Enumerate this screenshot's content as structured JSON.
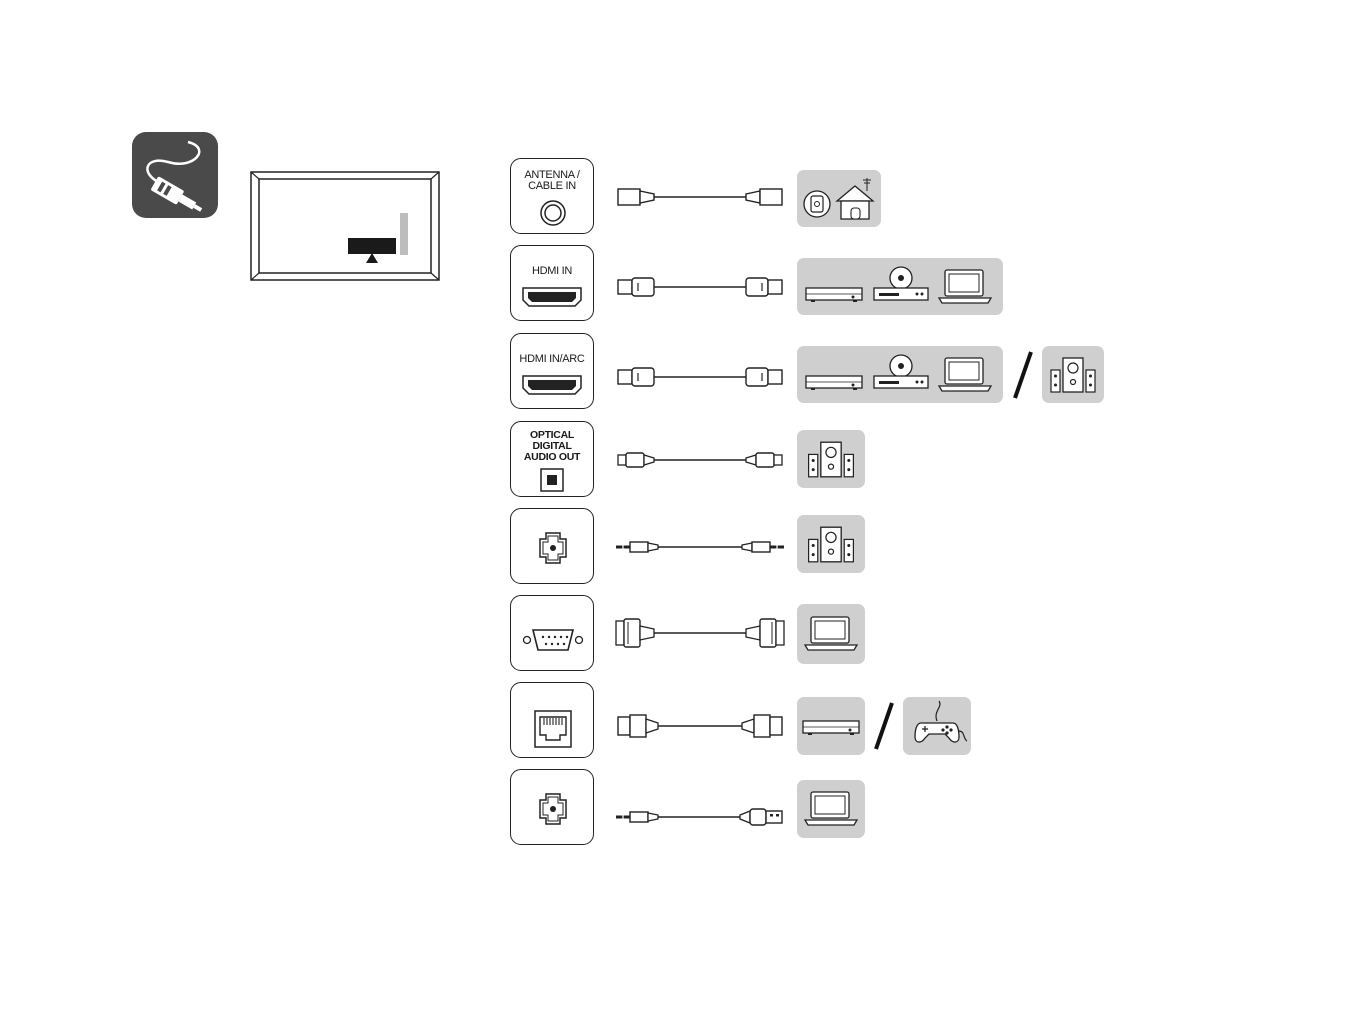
{
  "section_icon": "cable-connection-icon",
  "tv_icon": "tv-back-panel-icon",
  "rows": [
    {
      "port_label": "ANTENNA /\nCABLE IN",
      "port_icon": "coax-port-icon",
      "cable_icon": "coax-cable-icon",
      "devices": [
        "antenna-house-icon"
      ]
    },
    {
      "port_label": "HDMI IN",
      "port_icon": "hdmi-port-icon",
      "cable_icon": "hdmi-cable-icon",
      "devices": [
        "settop-box-icon",
        "dvd-player-icon",
        "laptop-icon"
      ]
    },
    {
      "port_label": "HDMI IN/ARC",
      "port_icon": "hdmi-port-icon",
      "cable_icon": "hdmi-cable-icon",
      "devices": [
        "settop-box-icon",
        "dvd-player-icon",
        "laptop-icon",
        "speakers-icon"
      ]
    },
    {
      "port_label": "OPTICAL\nDIGITAL\nAUDIO OUT",
      "port_icon": "optical-port-icon",
      "cable_icon": "optical-cable-icon",
      "devices": [
        "speakers-icon"
      ]
    },
    {
      "port_label": "",
      "port_icon": "audio-jack-port-icon",
      "cable_icon": "audio-cable-icon",
      "devices": [
        "speakers-icon"
      ]
    },
    {
      "port_label": "",
      "port_icon": "vga-port-icon",
      "cable_icon": "vga-cable-icon",
      "devices": [
        "laptop-icon"
      ]
    },
    {
      "port_label": "",
      "port_icon": "ethernet-port-icon",
      "cable_icon": "lan-cable-icon",
      "devices": [
        "settop-box-icon",
        "gamepad-icon"
      ]
    },
    {
      "port_label": "",
      "port_icon": "audio-jack-port-icon",
      "cable_icon": "jack-to-usb-cable-icon",
      "devices": [
        "laptop-icon"
      ]
    }
  ]
}
